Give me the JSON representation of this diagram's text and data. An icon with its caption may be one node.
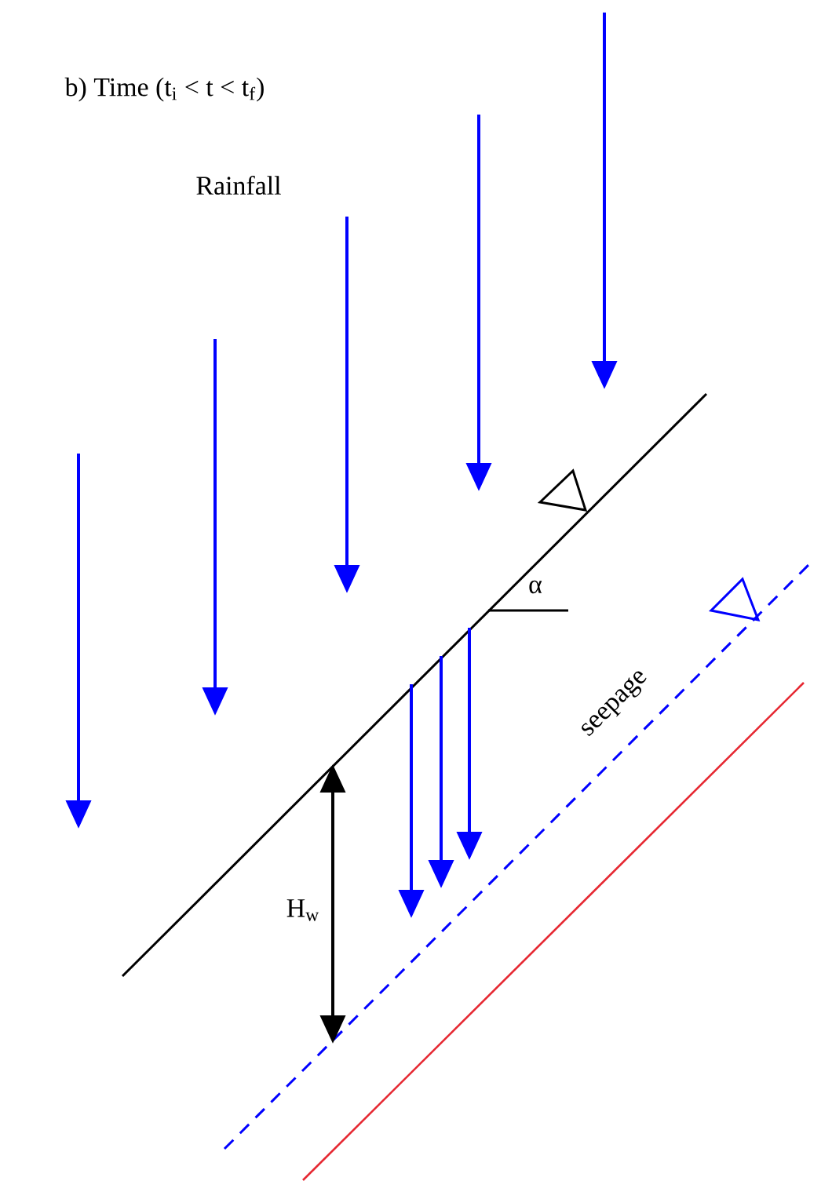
{
  "diagram": {
    "title": "b) Time (t$_{i}$ < t < t$_{f}$)",
    "labels": [
      "Rainfall",
      "α",
      "seepage",
      "H$_{w}$"
    ]
  }
}
